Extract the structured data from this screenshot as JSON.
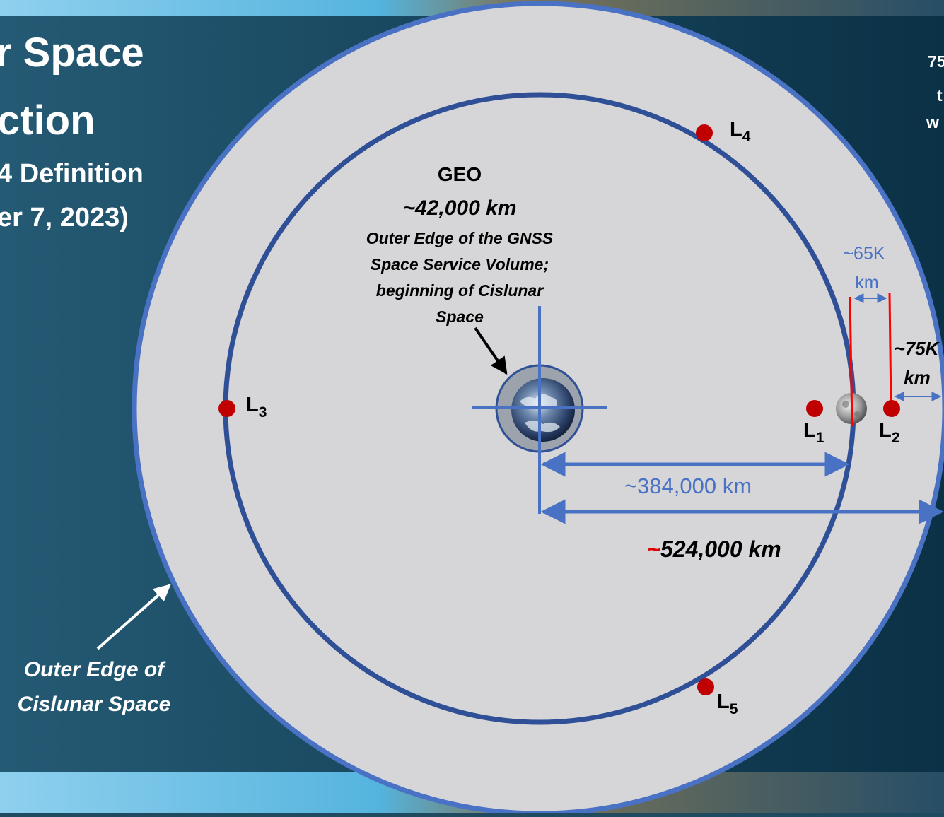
{
  "slide": {
    "title_line1": "r Space",
    "title_line2": "ction",
    "subtitle_line1": "4 Definition",
    "subtitle_line2": "er 7, 2023)",
    "right_fragment_1": "75",
    "right_fragment_2": "t",
    "right_fragment_3": "w"
  },
  "diagram": {
    "geo": {
      "label": "GEO",
      "distance": "~42,000 km",
      "desc_line1": "Outer Edge of the GNSS",
      "desc_line2": "Space Service Volume;",
      "desc_line3": "beginning of Cislunar",
      "desc_line4": "Space"
    },
    "lagrange": {
      "l1": {
        "letter": "L",
        "sub": "1"
      },
      "l2": {
        "letter": "L",
        "sub": "2"
      },
      "l3": {
        "letter": "L",
        "sub": "3"
      },
      "l4": {
        "letter": "L",
        "sub": "4"
      },
      "l5": {
        "letter": "L",
        "sub": "5"
      }
    },
    "measurements": {
      "moon_distance": "~384,000 km",
      "cislunar_edge_tilde": "~",
      "cislunar_edge_value": "524,000 km",
      "l1_gap_line1": "~65K",
      "l1_gap_line2": "km",
      "l2_gap_line1": "~75K",
      "l2_gap_line2": "km"
    },
    "outer_edge_label_line1": "Outer Edge of",
    "outer_edge_label_line2": "Cislunar Space"
  },
  "colors": {
    "accent_blue": "#4a72c4",
    "orbit_blue": "#2f4f96",
    "lagrange_red": "#c00000",
    "disk_gray": "#d6d6d8",
    "frame_dark": "#1e5269"
  }
}
